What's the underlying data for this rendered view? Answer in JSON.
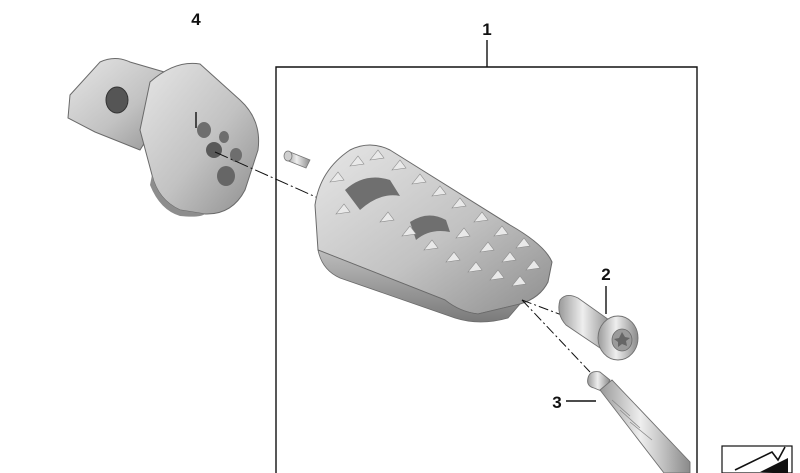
{
  "diagram": {
    "callouts": [
      {
        "id": "1",
        "label": "1",
        "part": "footrest-assembly"
      },
      {
        "id": "2",
        "label": "2",
        "part": "torx-bolt"
      },
      {
        "id": "3",
        "label": "3",
        "part": "threaded-pin"
      },
      {
        "id": "4",
        "label": "4",
        "part": "footrest-bracket"
      }
    ],
    "icons": {
      "corner_symbol": "parts-catalog-arrow-icon"
    },
    "colors": {
      "metal_light": "#d6d6d6",
      "metal_mid": "#b3b3b3",
      "metal_dark": "#7d7d7d",
      "line": "#111111"
    }
  }
}
